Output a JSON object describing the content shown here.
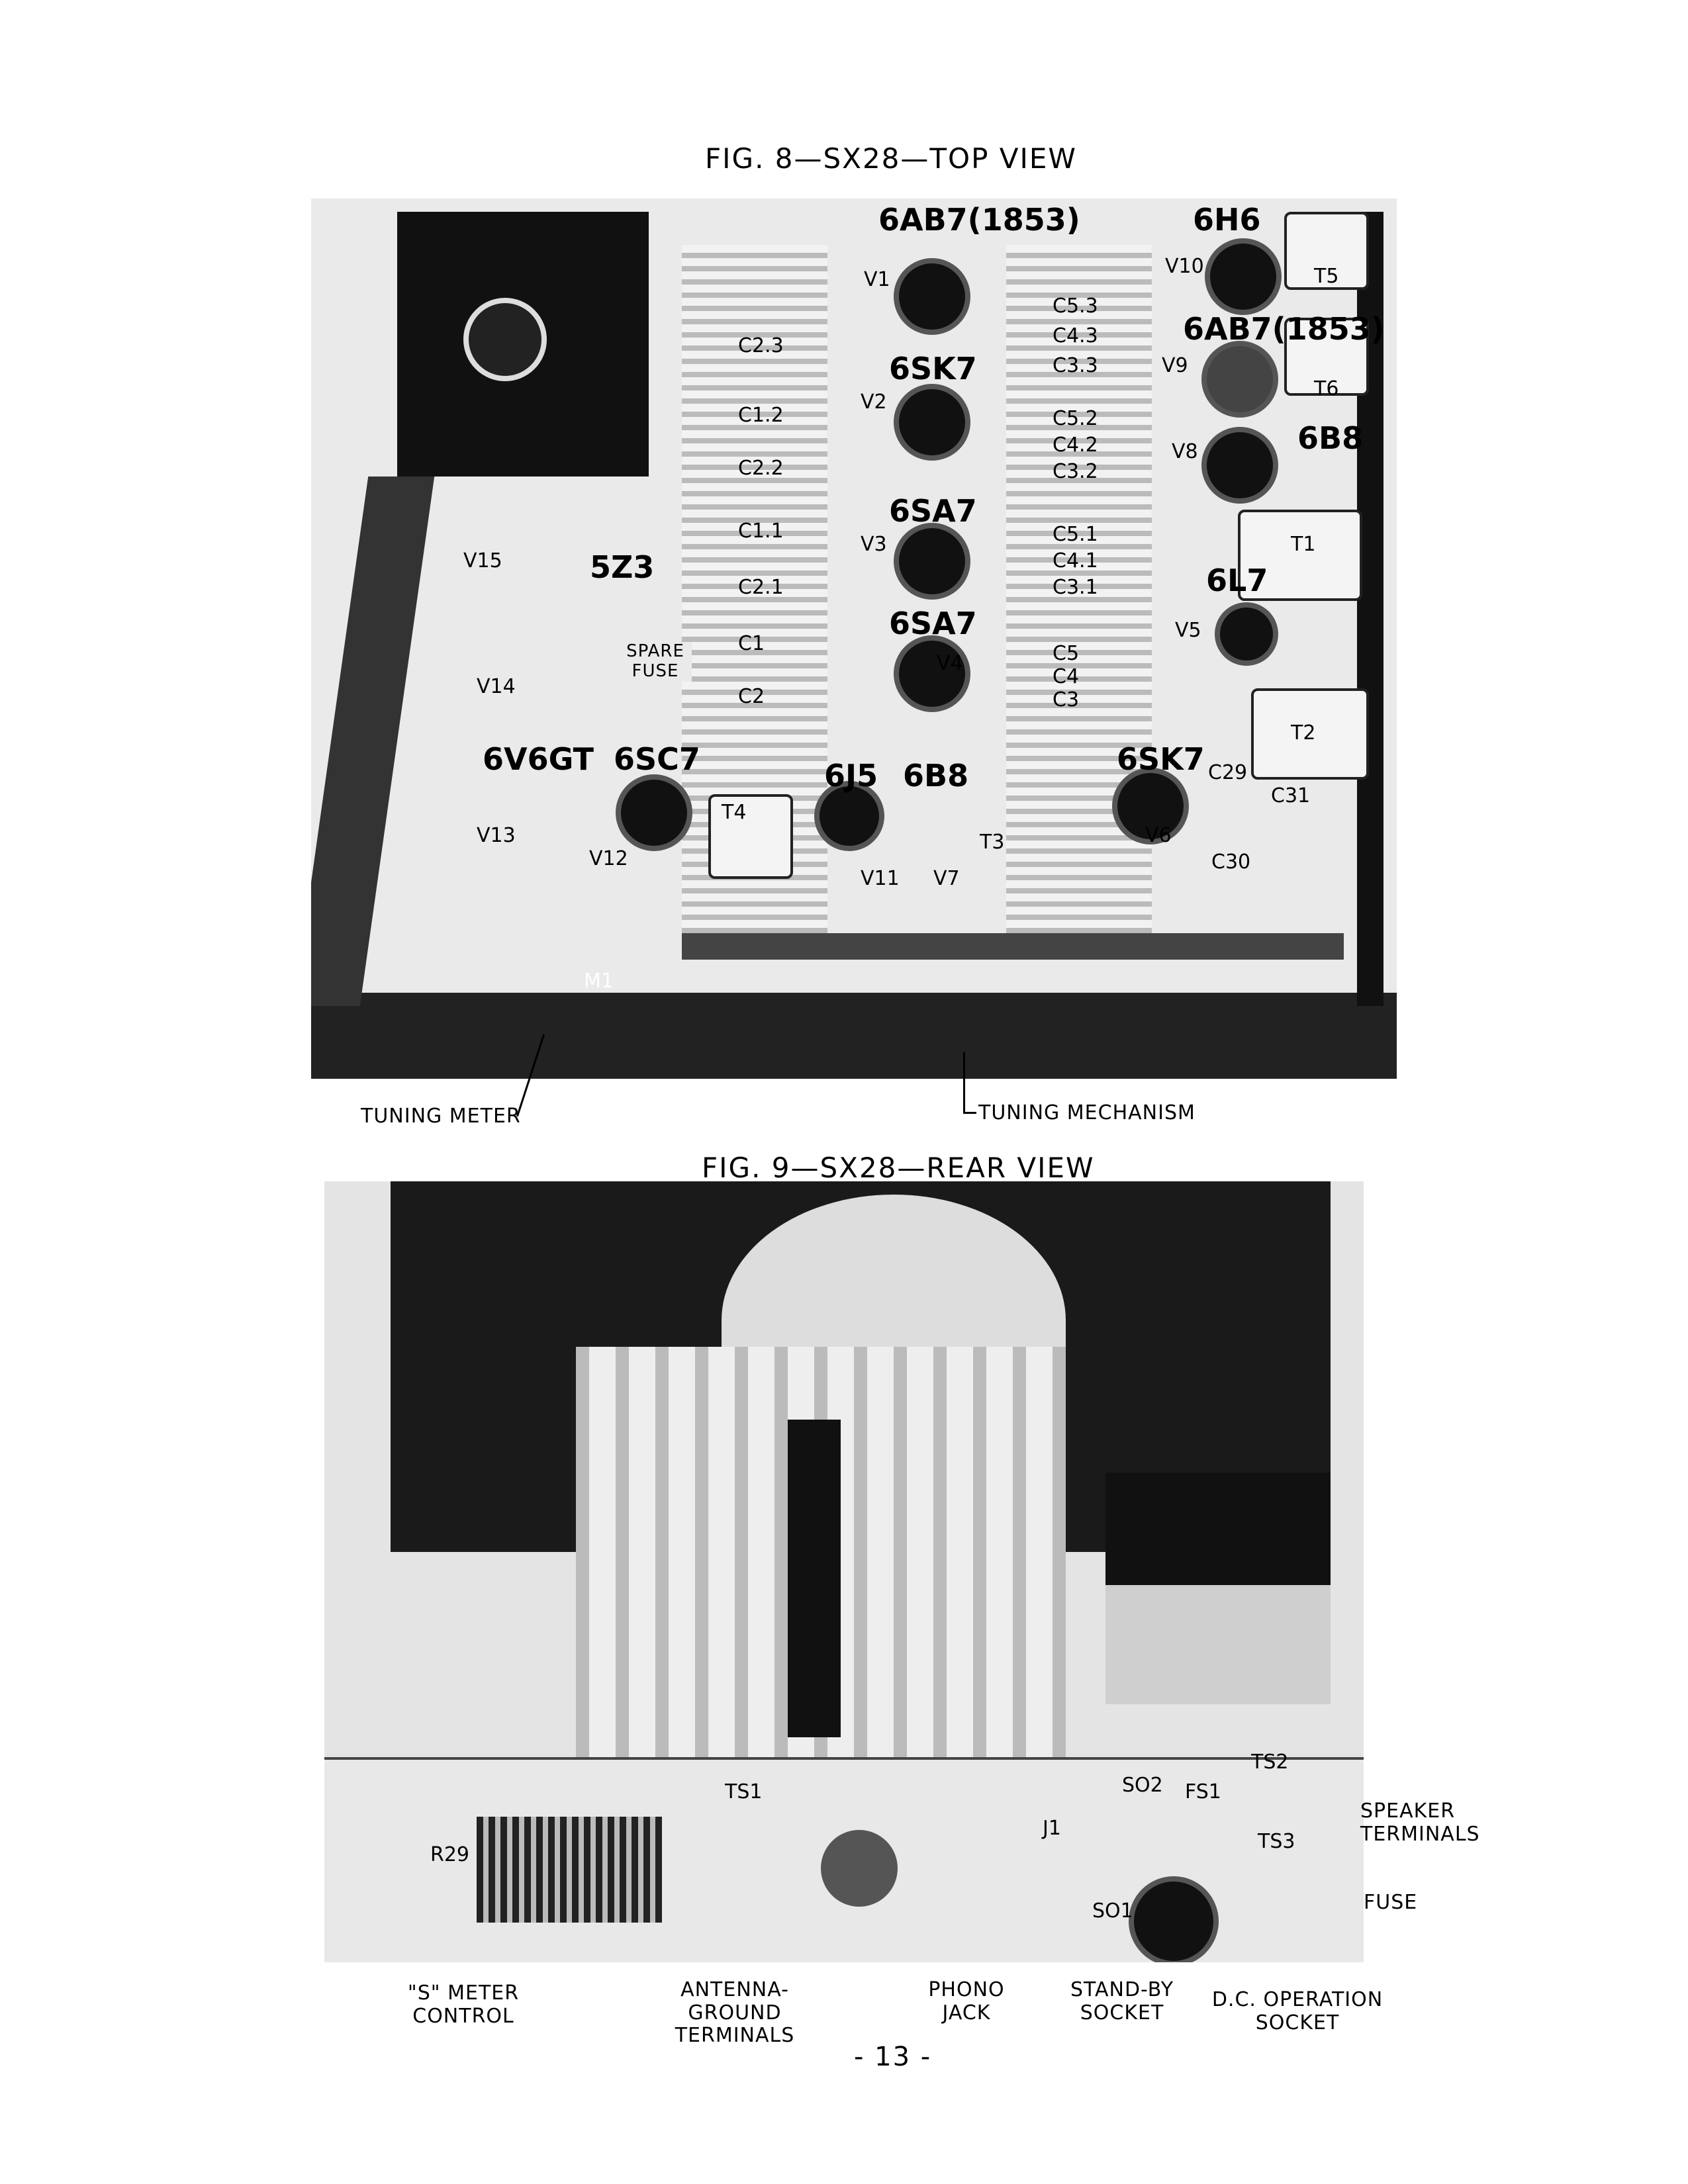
{
  "fig8": {
    "caption": "FIG. 8—SX28—TOP VIEW",
    "tubes": [
      "6AB7(1853)",
      "6H6",
      "6AB7(1853)",
      "6SK7",
      "6B8",
      "5Z3",
      "6SA7",
      "6SA7",
      "6L7",
      "6V6GT",
      "6SC7",
      "6J5",
      "6B8",
      "6SK7"
    ],
    "spare_fuse": "SPARE FUSE",
    "refs": [
      "V1",
      "V2",
      "V3",
      "V4",
      "V5",
      "V6",
      "V7",
      "V8",
      "V9",
      "V10",
      "V11",
      "V12",
      "V13",
      "V14",
      "V15",
      "T1",
      "T2",
      "T3",
      "T4",
      "T5",
      "T6",
      "M1",
      "C29",
      "C30",
      "C31",
      "C2.3",
      "C1.2",
      "C2.2",
      "C1.1",
      "C2.1",
      "C1",
      "C2",
      "C5.3",
      "C4.3",
      "C3.3",
      "C5.2",
      "C4.2",
      "C3.2",
      "C5.1",
      "C4.1",
      "C3.1",
      "C5",
      "C4",
      "C3"
    ],
    "callouts": [
      "TUNING METER",
      "TUNING MECHANISM"
    ]
  },
  "fig9": {
    "caption": "FIG. 9—SX28—REAR VIEW",
    "refs": [
      "TS1",
      "R29",
      "J1",
      "SO2",
      "FS1",
      "TS2",
      "TS3",
      "SO1"
    ],
    "right_callouts": [
      "SPEAKER TERMINALS",
      "FUSE"
    ],
    "callouts": [
      "\"S\" METER CONTROL",
      "ANTENNA-GROUND TERMINALS",
      "PHONO JACK",
      "STAND-BY SOCKET",
      "D.C. OPERATION SOCKET"
    ]
  },
  "page_number": "- 13 -"
}
